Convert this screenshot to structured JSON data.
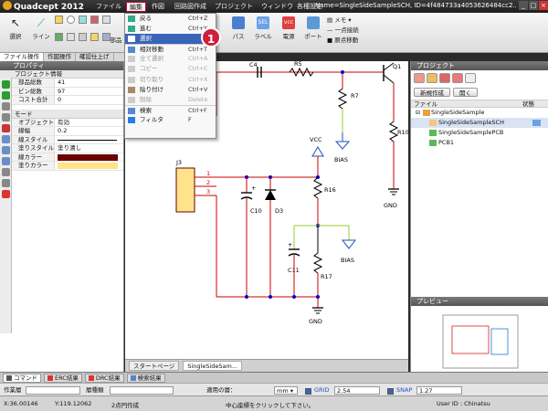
{
  "titlebar": {
    "app": "Quadcept 2012",
    "window_title": "Name=SingleSideSampleSCH, ID=4f484733a4053626484cc2...",
    "menus": [
      "ファイル",
      "編集",
      "作図",
      "回路図作成",
      "プロジェクト",
      "ウィンドウ",
      "各種設定"
    ],
    "active_menu": "編集"
  },
  "ribbon": {
    "buttons": [
      {
        "label": "選択",
        "icon": "cursor-icon"
      },
      {
        "label": "ライン",
        "icon": "line-icon"
      },
      {
        "label": "部品",
        "icon": "part-icon"
      },
      {
        "label": "パス",
        "icon": "bus-icon"
      },
      {
        "label": "ラベル",
        "icon": "label-icon"
      },
      {
        "label": "電源",
        "icon": "power-icon"
      },
      {
        "label": "ポート",
        "icon": "port-icon"
      }
    ],
    "memo": "メモ",
    "ippoten": "一点接続",
    "genten": "原点移動"
  },
  "panel_tabs": [
    "ファイル操作",
    "作図操作",
    "確認仕上げ"
  ],
  "properties": {
    "title": "プロパティ",
    "sections": [
      {
        "name": "プロジェクト情報",
        "rows": [
          {
            "key": "部品総数",
            "value": "41"
          },
          {
            "key": "ピン総数",
            "value": "97"
          },
          {
            "key": "コスト合計",
            "value": "0"
          }
        ]
      },
      {
        "name": "モード",
        "rows": [
          {
            "key": "オブジェクトスナップ",
            "value": "有効"
          },
          {
            "key": "線幅",
            "value": "0.2"
          },
          {
            "key": "線スタイル",
            "value": ""
          },
          {
            "key": "塗りスタイル",
            "value": "塗り潰し"
          },
          {
            "key": "線カラー",
            "value": ""
          },
          {
            "key": "塗りカラー",
            "value": ""
          }
        ]
      }
    ],
    "line_color": "#6a0000",
    "fill_color": "#ffe38a"
  },
  "edit_menu": {
    "items": [
      {
        "label": "戻る",
        "shortcut": "Ctrl+Z",
        "enabled": true,
        "highlight": false
      },
      {
        "label": "進む",
        "shortcut": "Ctrl+Y",
        "enabled": true,
        "highlight": false
      },
      {
        "label": "選択",
        "shortcut": "",
        "enabled": true,
        "highlight": true
      },
      {
        "label": "相対移動",
        "shortcut": "Ctrl+T",
        "enabled": true,
        "highlight": false
      },
      {
        "label": "全て選択",
        "shortcut": "Ctrl+A",
        "enabled": false,
        "highlight": false
      },
      {
        "label": "コピー",
        "shortcut": "Ctrl+C",
        "enabled": false,
        "highlight": false
      },
      {
        "label": "切り取り",
        "shortcut": "Ctrl+X",
        "enabled": false,
        "highlight": false
      },
      {
        "label": "貼り付け",
        "shortcut": "Ctrl+V",
        "enabled": true,
        "highlight": false
      },
      {
        "label": "削除",
        "shortcut": "Delete",
        "enabled": false,
        "highlight": false
      },
      {
        "label": "検索",
        "shortcut": "Ctrl+F",
        "enabled": true,
        "highlight": false
      },
      {
        "label": "フィルタ",
        "shortcut": "F",
        "enabled": true,
        "highlight": false
      }
    ],
    "callout": "1"
  },
  "schematic": {
    "refs": {
      "c4": "C4",
      "r5": "R5",
      "q1": "Q1",
      "r7": "R7",
      "bias1": "BIAS",
      "r10": "R10",
      "gnd1": "GND",
      "vcc": "VCC",
      "j3": "J3",
      "pin1": "1",
      "pin2": "2",
      "pin3": "3",
      "plus1": "+",
      "plus2": "+",
      "c10": "C10",
      "d3": "D3",
      "r16": "R16",
      "bias2": "BIAS",
      "c11": "C11",
      "r17": "R17",
      "gnd2": "GND"
    }
  },
  "doc_tabs": [
    "スタートページ",
    "SingleSideSam..."
  ],
  "project": {
    "title": "プロジェクト",
    "new_button": "新規作成",
    "open_button": "開く",
    "col_file": "ファイル",
    "col_status": "状態",
    "tree": [
      {
        "label": "SingleSideSample",
        "level": 0,
        "selected": false
      },
      {
        "label": "SingleSideSampleSCH",
        "level": 1,
        "selected": true
      },
      {
        "label": "SingleSideSamplePCB",
        "level": 1,
        "selected": false
      },
      {
        "label": "PCB1",
        "level": 1,
        "selected": false
      }
    ]
  },
  "preview": {
    "title": "プレビュー"
  },
  "bottom_tabs": [
    "コマンド",
    "ERC結果",
    "DRC結果",
    "検索結果"
  ],
  "toolrow": {
    "layer_label": "作業層",
    "hierarchy_label": "層種類",
    "apply_label": "適用の層：",
    "unit": "mm",
    "grid_label": "GRID",
    "grid_value": "2.54",
    "snap_label": "SNAP",
    "snap_value": "1.27"
  },
  "status": {
    "x": "X:36.00146",
    "y": "Y:119.12062",
    "mode": "2点円作成",
    "hint": "中心座標をクリックして下さい。",
    "user": "User ID : Chinatsu"
  }
}
